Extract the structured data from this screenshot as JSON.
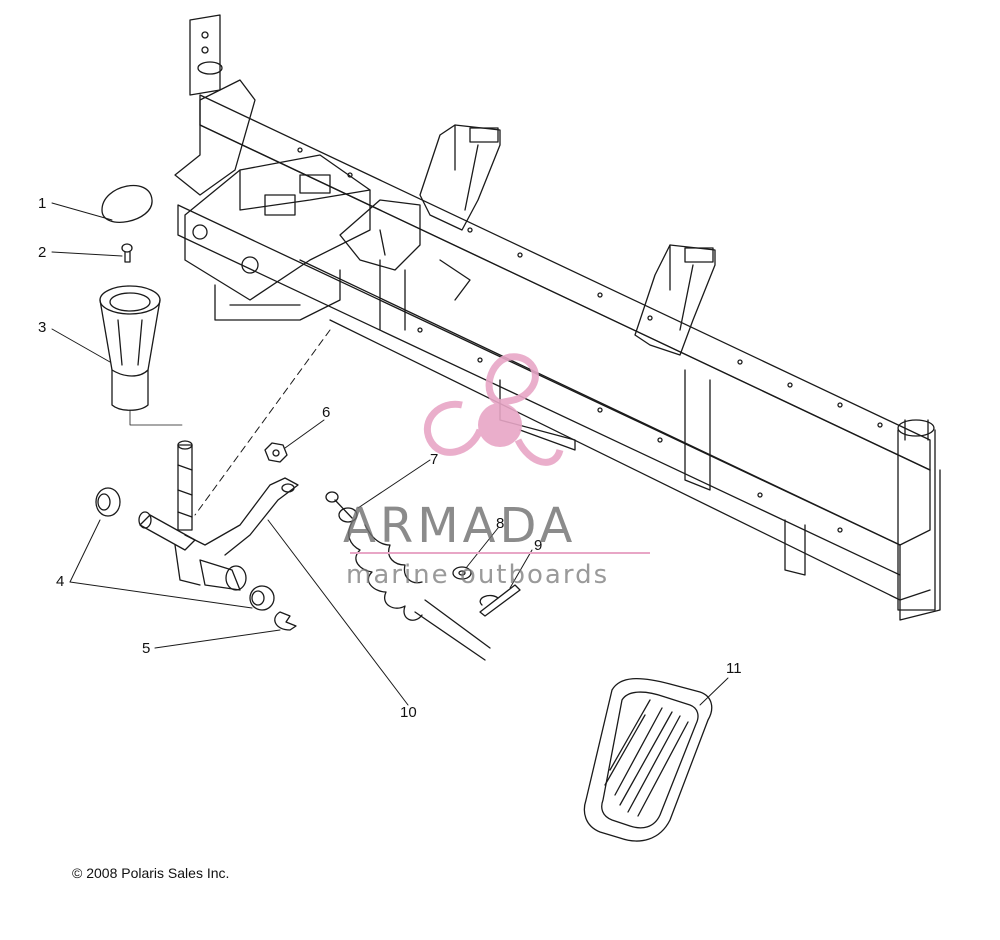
{
  "diagram": {
    "callouts": {
      "c1": "1",
      "c2": "2",
      "c3": "3",
      "c4": "4",
      "c5": "5",
      "c6": "6",
      "c7": "7",
      "c8": "8",
      "c9": "9",
      "c10": "10",
      "c11": "11"
    },
    "copyright": "© 2008 Polaris Sales Inc.",
    "line_color": "#1a1a1a"
  },
  "watermark": {
    "brand": "ARMADA",
    "tagline": "marine outboards",
    "logo_icon": "propeller-logo-icon",
    "accent_color": "#e8a6c6",
    "text_color": "#6e6e6e"
  }
}
